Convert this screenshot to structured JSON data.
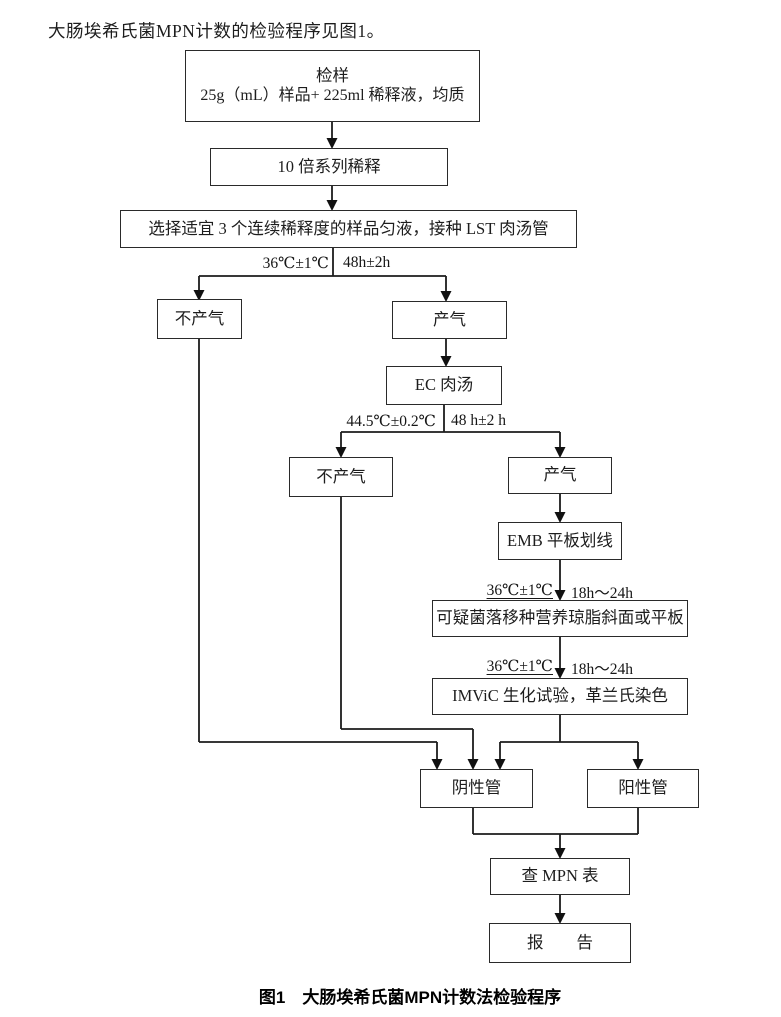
{
  "page": {
    "intro_text": "大肠埃希氏菌MPN计数的检验程序见图1。",
    "caption": "图1　大肠埃希氏菌MPN计数法检验程序"
  },
  "flowchart": {
    "nodes": {
      "sample": {
        "title": "检样",
        "detail": "25g（mL）样品+ 225ml 稀释液，均质"
      },
      "serial_dilution": {
        "label": "10 倍系列稀释"
      },
      "select_dilutions": {
        "label": "选择适宜 3 个连续稀释度的样品匀液，接种 LST 肉汤管"
      },
      "no_gas_lst": {
        "label": "不产气"
      },
      "gas_lst": {
        "label": "产气"
      },
      "ec_broth": {
        "label": "EC 肉汤"
      },
      "no_gas_ec": {
        "label": "不产气"
      },
      "gas_ec": {
        "label": "产气"
      },
      "emb_plate": {
        "label": "EMB 平板划线"
      },
      "suspect_colony": {
        "label": "可疑菌落移种营养琼脂斜面或平板"
      },
      "imvic": {
        "label": "IMViC 生化试验，革兰氏染色"
      },
      "negative_tubes": {
        "label": "阴性管"
      },
      "positive_tubes": {
        "label": "阳性管"
      },
      "mpn_table": {
        "label": "查 MPN 表"
      },
      "report": {
        "label": "报　　告"
      }
    },
    "edge_labels": {
      "lst_temp": "36℃±1℃",
      "lst_time": "48h±2h",
      "ec_temp": "44.5℃±0.2℃",
      "ec_time": "48 h±2 h",
      "emb_temp": "36℃±1℃",
      "emb_time": "18h～24h",
      "imvic_temp": "36℃±1℃",
      "imvic_time": "18h～24h"
    }
  }
}
